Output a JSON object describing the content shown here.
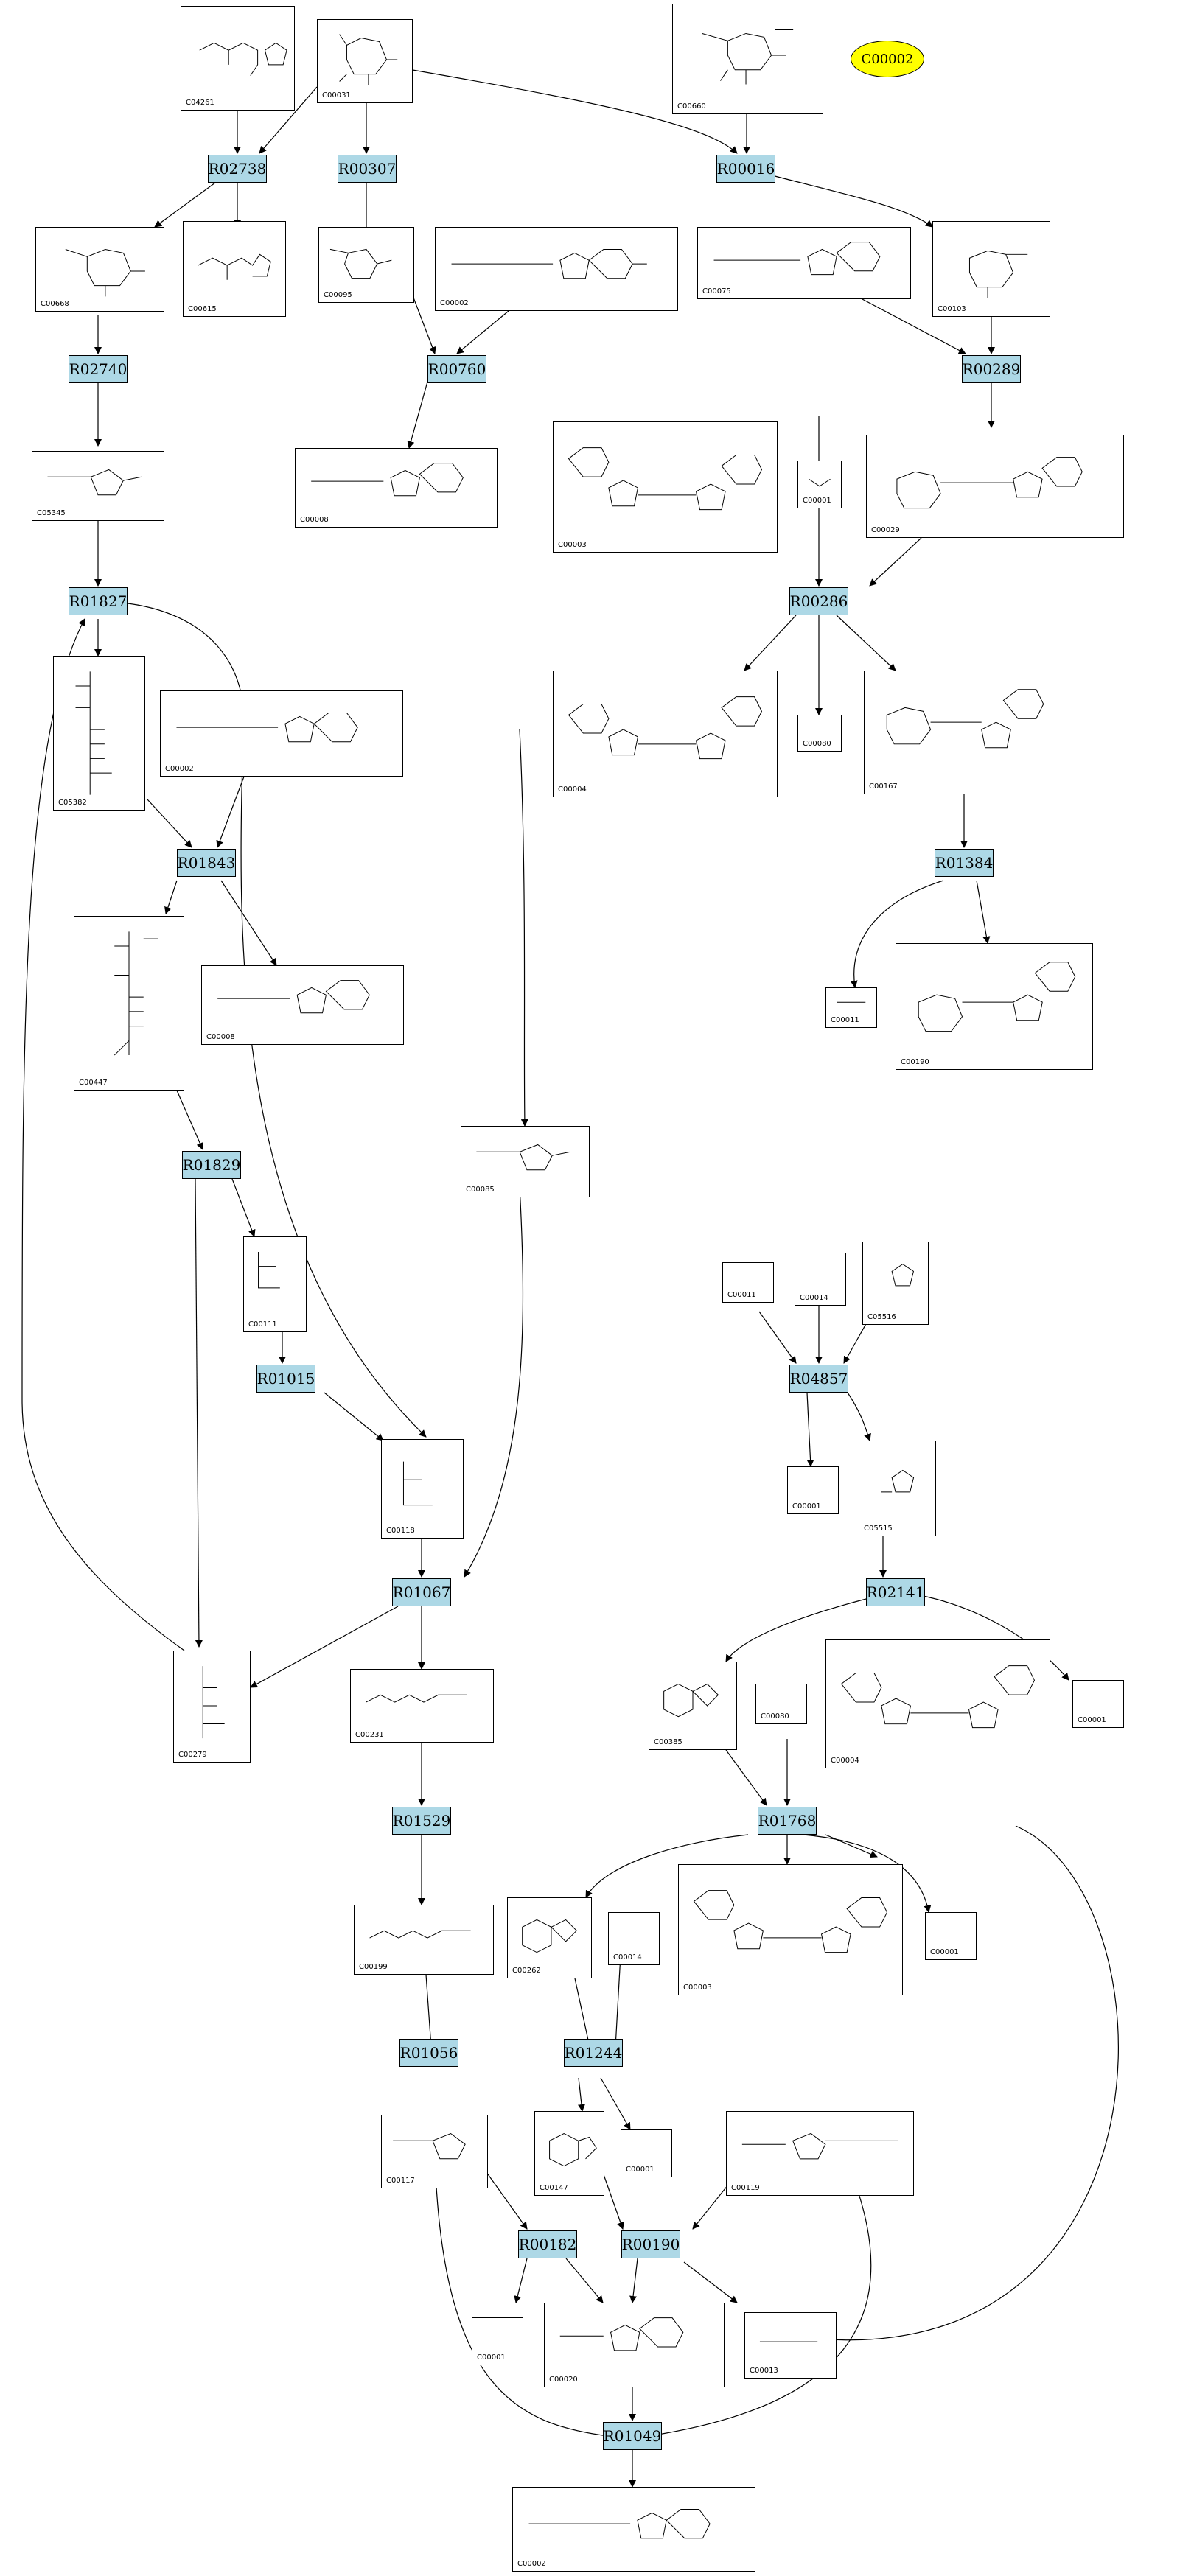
{
  "highlight": {
    "label": "C00002",
    "color": "#ffff00"
  },
  "reaction_color": "#add8e6",
  "reactions": {
    "R02738": "R02738",
    "R00307": "R00307",
    "R00016": "R00016",
    "R02740": "R02740",
    "R00760": "R00760",
    "R00289": "R00289",
    "R01827": "R01827",
    "R00286": "R00286",
    "R01843": "R01843",
    "R01384": "R01384",
    "R01829": "R01829",
    "R01015": "R01015",
    "R04857": "R04857",
    "R01067": "R01067",
    "R02141": "R02141",
    "R01529": "R01529",
    "R01768": "R01768",
    "R01056": "R01056",
    "R01244": "R01244",
    "R00182": "R00182",
    "R00190": "R00190",
    "R01049": "R01049"
  },
  "compounds": {
    "c04261": "C04261",
    "c00031": "C00031",
    "c00660": "C00660",
    "c00668": "C00668",
    "c00615": "C00615",
    "c00095": "C00095",
    "c00002a": "C00002",
    "c00075": "C00075",
    "c00103": "C00103",
    "c05345": "C05345",
    "c00008a": "C00008",
    "c00003a": "C00003",
    "c00001a": "C00001",
    "c00029": "C00029",
    "c05382": "C05382",
    "c00002b": "C00002",
    "c00004a": "C00004",
    "c00080a": "C00080",
    "c00167": "C00167",
    "c00447": "C00447",
    "c00008b": "C00008",
    "c00011a": "C00011",
    "c00190": "C00190",
    "c00085": "C00085",
    "c00111": "C00111",
    "c00011b": "C00011",
    "c00014a": "C00014",
    "c05516": "C05516",
    "c00118": "C00118",
    "c00001b": "C00001",
    "c05515": "C05515",
    "c00279": "C00279",
    "c00231": "C00231",
    "c00385": "C00385",
    "c00080b": "C00080",
    "c00004b": "C00004",
    "c00001c": "C00001",
    "c00199": "C00199",
    "c00262": "C00262",
    "c00014b": "C00014",
    "c00003b": "C00003",
    "c00001d": "C00001",
    "c00117": "C00117",
    "c00147": "C00147",
    "c00001e": "C00001",
    "c00119": "C00119",
    "c00001f": "C00001",
    "c00020": "C00020",
    "c00013": "C00013",
    "c00002c": "C00002"
  }
}
